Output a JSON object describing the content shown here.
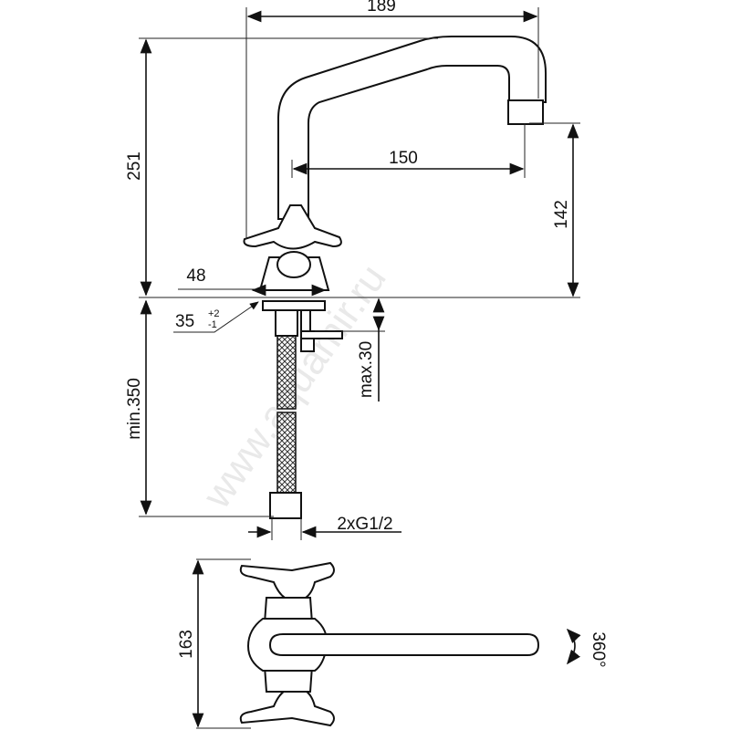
{
  "dimensions": {
    "width_total": "189",
    "height_total": "251",
    "spout_reach": "150",
    "spout_height": "142",
    "base_width": "48",
    "hole_diameter": "35",
    "hole_tol_plus": "+2",
    "hole_tol_minus": "-1",
    "max_thickness": "max.30",
    "hose_length": "min.350",
    "connection": "2xG1/2",
    "depth_top_view": "163",
    "rotation": "360°"
  },
  "watermark": "www.aquamir.ru"
}
